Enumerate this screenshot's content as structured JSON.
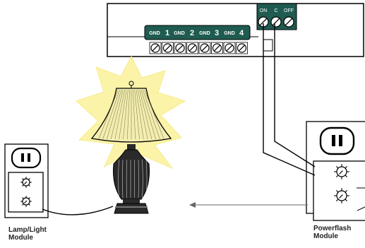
{
  "controller": {
    "terminals": [
      {
        "name": "GND",
        "kind": "small"
      },
      {
        "name": "1",
        "kind": "large"
      },
      {
        "name": "GND",
        "kind": "small"
      },
      {
        "name": "2",
        "kind": "large"
      },
      {
        "name": "GND",
        "kind": "small"
      },
      {
        "name": "3",
        "kind": "large"
      },
      {
        "name": "GND",
        "kind": "small"
      },
      {
        "name": "4",
        "kind": "large"
      }
    ],
    "relay": [
      {
        "name": "ON"
      },
      {
        "name": "C"
      },
      {
        "name": "OFF"
      }
    ]
  },
  "lamp_module": {
    "line1": "Lamp/Light",
    "line2": "Module"
  },
  "powerflash_module": {
    "line1": "Powerflash",
    "line2": "Module"
  },
  "colors": {
    "terminal_strip": "#1f5b50",
    "glow": "#fbf3a8",
    "shade": "#f3eeb0",
    "base": "#2a2a2a"
  },
  "icons": [
    "terminal-screw-icon",
    "outlet-icon",
    "dial-icon",
    "arrow-left-icon"
  ]
}
